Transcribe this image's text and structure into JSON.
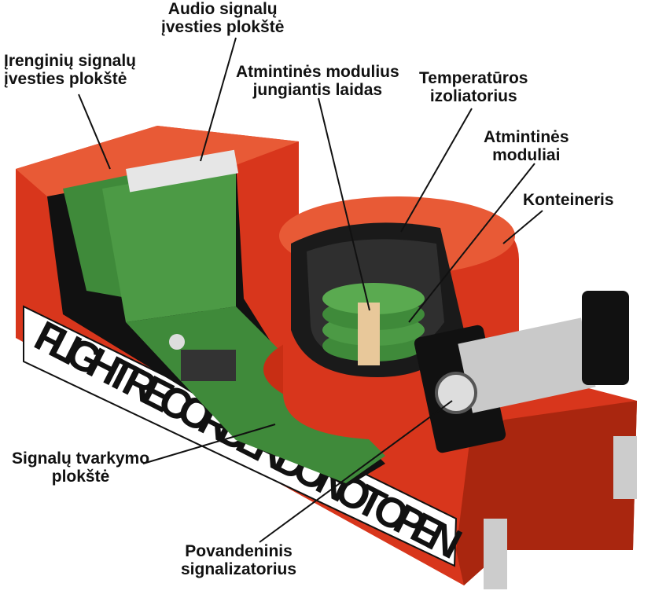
{
  "title": "Flight recorder diagram",
  "box_text": "FLIGHT RECORDER DO NOT OPEN",
  "labels": {
    "audio_board": [
      "Audio signalų",
      "įvesties plokštė"
    ],
    "device_board": [
      "Įrenginių signalų",
      "įvesties plokštė"
    ],
    "memory_cable": [
      "Atmintinės modulius",
      "jungiantis laidas"
    ],
    "insulator": [
      "Temperatūros",
      "izoliatorius"
    ],
    "memory_modules": [
      "Atmintinės",
      "moduliai"
    ],
    "container": [
      "Konteineris"
    ],
    "processing_board": [
      "Signalų tvarkymo",
      "plokštė"
    ],
    "beacon": [
      "Povandeninis",
      "signalizatorius"
    ]
  },
  "colors": {
    "box_red": "#d8361c",
    "box_dark": "#9e1f0e",
    "board_green": "#3f8a3a",
    "strip": "#ffffff"
  }
}
